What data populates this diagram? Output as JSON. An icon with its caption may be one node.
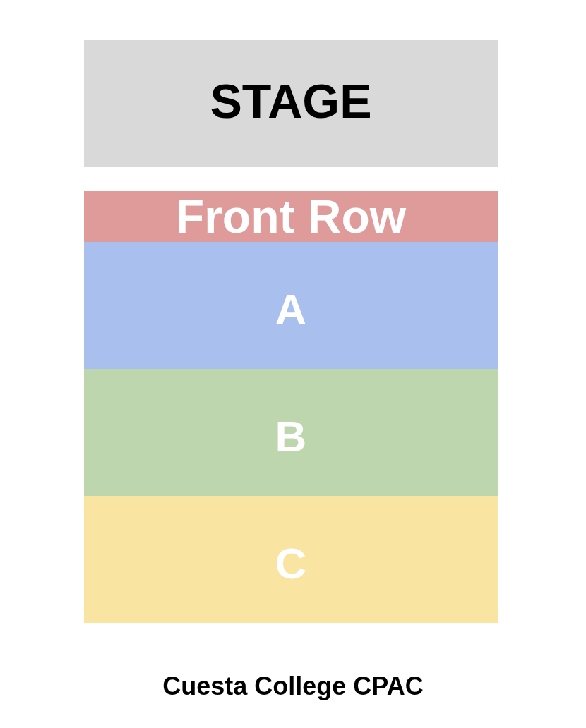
{
  "diagram": {
    "caption": "Cuesta College CPAC",
    "nodes": [
      {
        "text": [
          "STAGE"
        ]
      },
      {
        "text": [
          "Front Row"
        ]
      },
      {
        "text": [
          "A"
        ]
      },
      {
        "text": [
          "B"
        ]
      },
      {
        "text": [
          "C"
        ]
      }
    ]
  }
}
